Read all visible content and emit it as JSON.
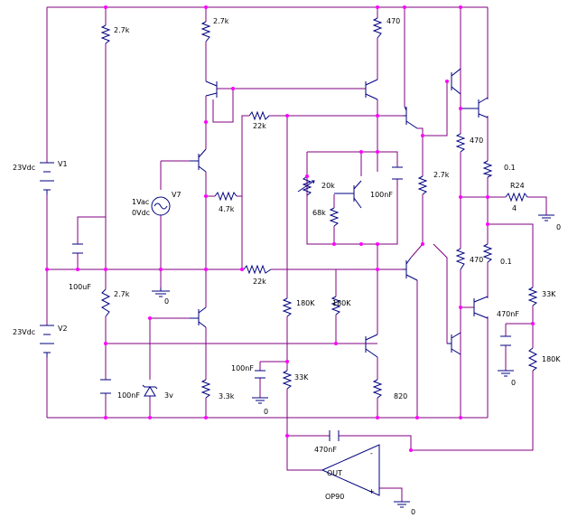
{
  "colors": {
    "wire": "#800080",
    "component": "#000080",
    "junction": "#ff00ff",
    "text": "#000000",
    "background": "#ffffff"
  },
  "labels": {
    "r_top_left": "2.7k",
    "r_top_mid": "2.7k",
    "r_top_right": "470",
    "r_22k_upper": "22k",
    "r_22k_lower": "22k",
    "r_4k7": "4.7k",
    "pot_20k": "20k",
    "r_68k": "68k",
    "c_vbe": "100nF",
    "r_2k7_right": "2.7k",
    "r_470_a": "470",
    "r_470_b": "470",
    "r_01_a": "0.1",
    "r_01_b": "0.1",
    "r24_name": "R24",
    "r24_value": "4",
    "gnd0_out": "0",
    "v1_volt": "23Vdc",
    "v1_name": "V1",
    "v2_volt": "23Vdc",
    "v2_name": "V2",
    "c_100uf": "100uF",
    "vac_name": "V7",
    "vac_ac": "1Vac",
    "vac_dc": "0Vdc",
    "gnd0_mid": "0",
    "r_2k7_lower": "2.7k",
    "r_180k_a": "180K",
    "r_180k_b": "180K",
    "r_33k_right": "33K",
    "c_470nf_right": "470nF",
    "r_180k_right": "180K",
    "gnd0_right": "0",
    "c_100nf_mid": "100nF",
    "gnd0_c100": "0",
    "r_33k_lower": "33K",
    "r_820": "820",
    "c_100nf_left": "100nF",
    "zener_v": "3v",
    "r_3k3": "3.3k",
    "c_470nf_fb": "470nF",
    "opamp_out": "OUT",
    "opamp_name": "OP90",
    "gnd0_op": "0",
    "op_minus": "-",
    "op_plus": "+"
  }
}
